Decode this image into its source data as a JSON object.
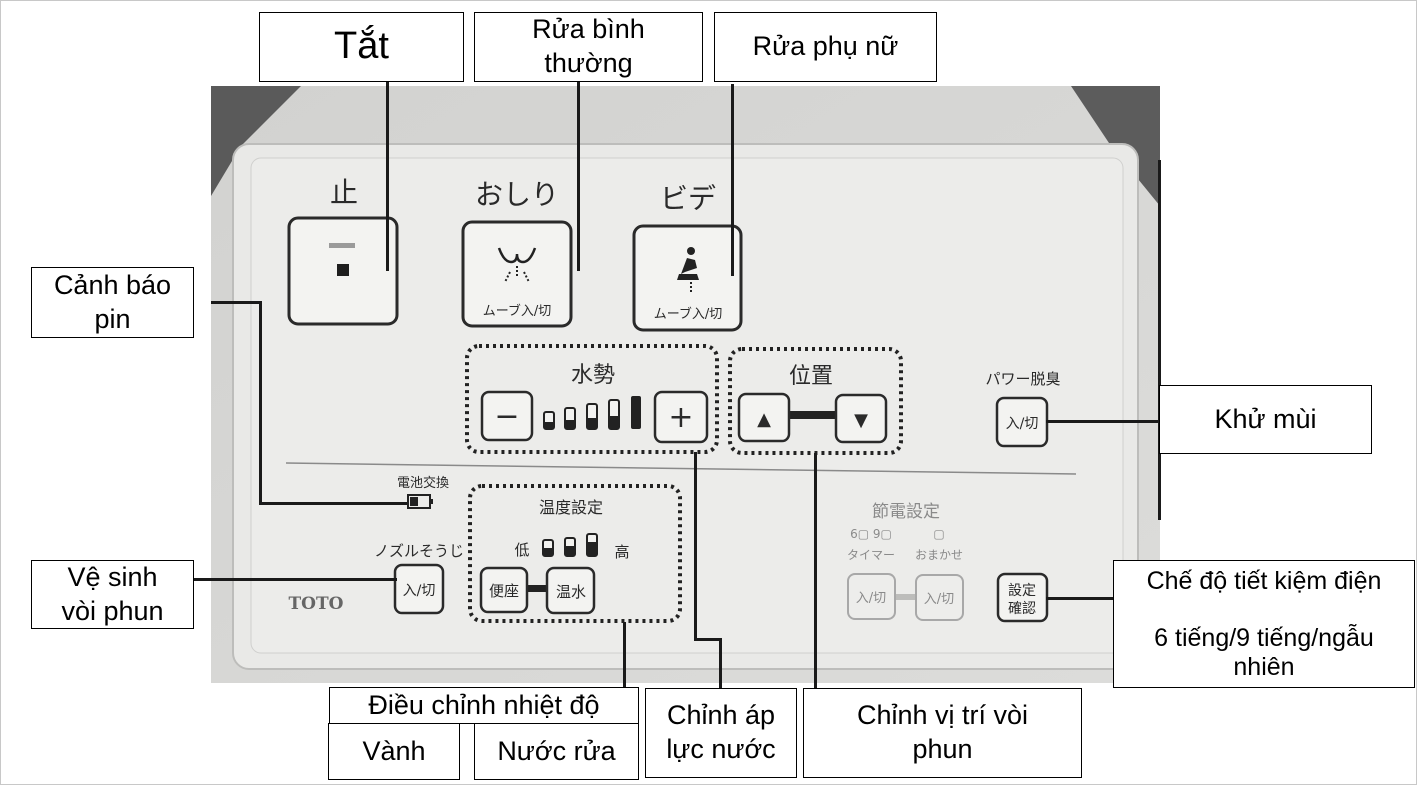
{
  "callouts": {
    "off": "Tắt",
    "normal_wash": "Rửa bình\nthường",
    "feminine_wash": "Rửa phụ nữ",
    "battery_warning": "Cảnh báo\npin",
    "deodorize": "Khử mùi",
    "nozzle_clean": "Vệ sinh\nvòi phun",
    "power_saving": "Chế độ tiết kiệm điện\n\n6 tiếng/9 tiếng/ngẫu\nnhiên",
    "temperature": "Điều chỉnh nhiệt độ",
    "seat_rim": "Vành",
    "wash_water": "Nước rửa",
    "water_pressure": "Chỉnh áp\nlực nước",
    "nozzle_position": "Chỉnh vị trí vòi\nphun"
  },
  "panel": {
    "stop_label": "止",
    "oshiri_label": "おしり",
    "bidet_label": "ビデ",
    "move_label": "ムーブ入/切",
    "pressure_label": "水勢",
    "minus": "−",
    "plus": "+",
    "position_label": "位置",
    "up": "▲",
    "down": "▼",
    "deodorize_label": "パワー脱臭",
    "onoff": "入/切",
    "battery_label": "電池交換",
    "nozzle_label": "ノズルそうじ",
    "temp_label": "温度設定",
    "low": "低",
    "high": "高",
    "seat": "便座",
    "water": "温水",
    "brand": "TOTO",
    "saving_label": "節電設定",
    "timer_hours": "6▢ 9▢",
    "timer_label": "タイマー",
    "auto_label": "おまかせ",
    "confirm_1": "設定",
    "confirm_2": "確認"
  }
}
